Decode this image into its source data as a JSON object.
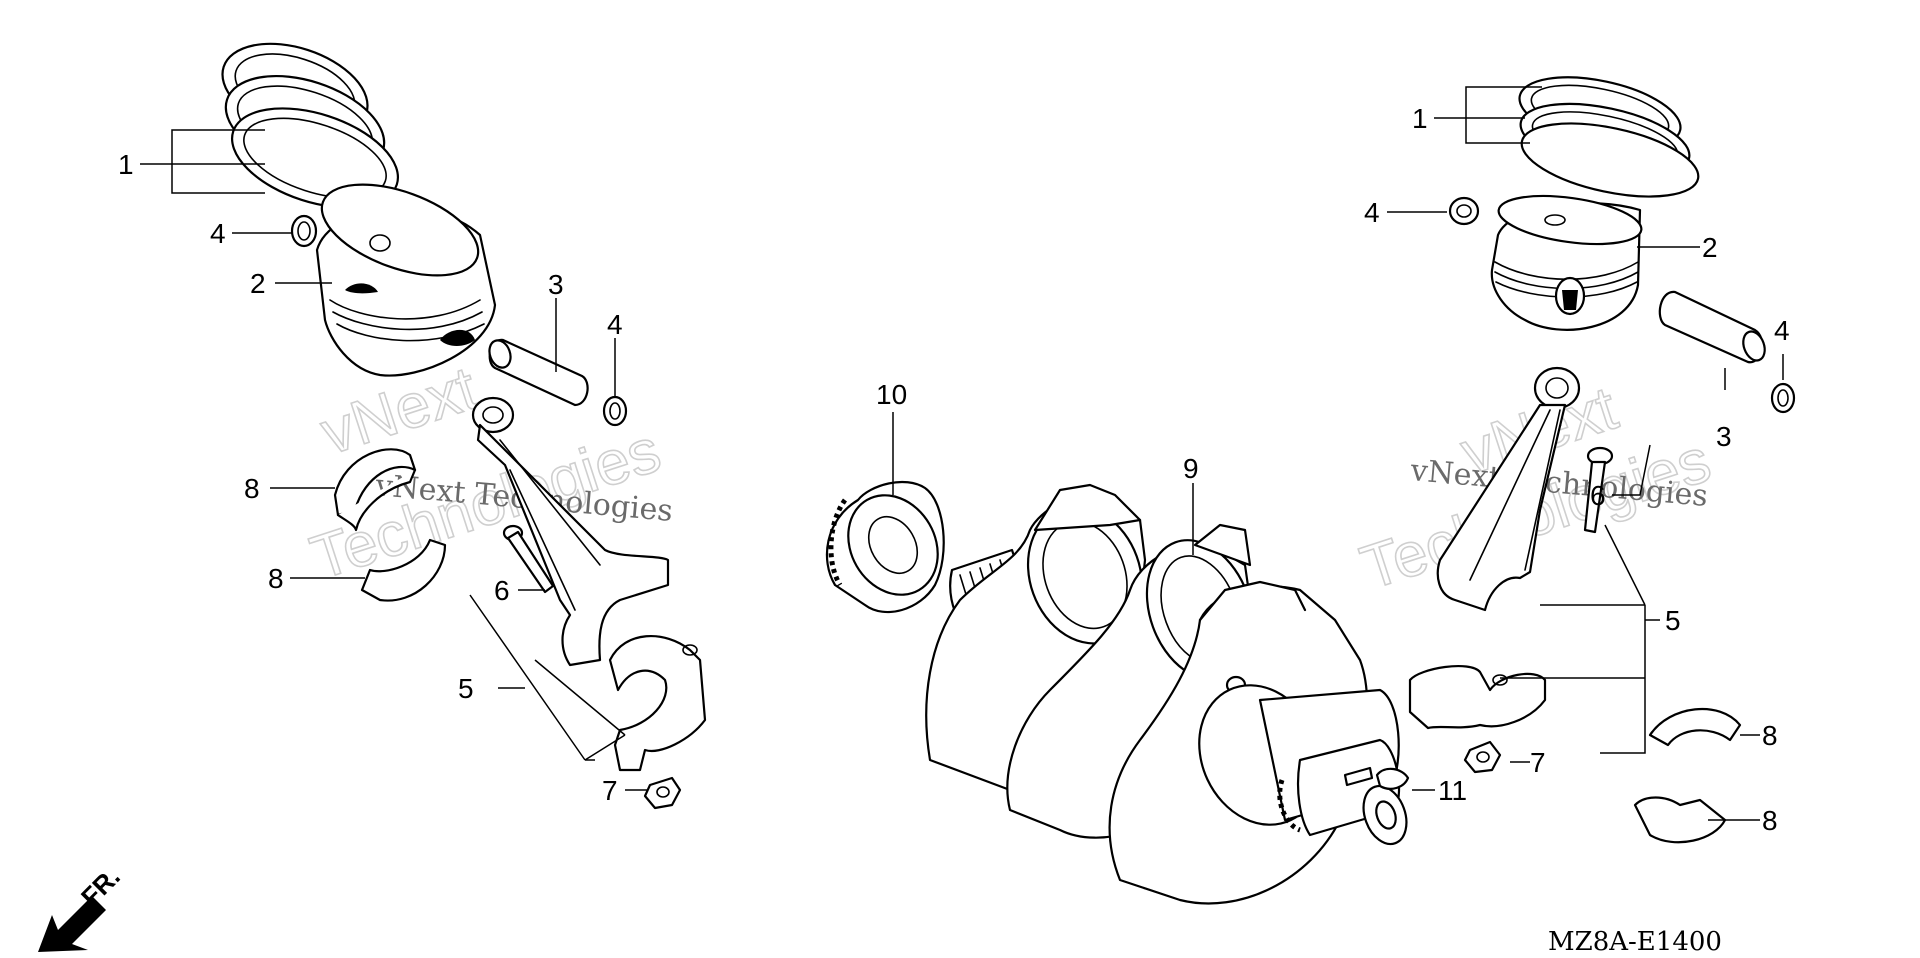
{
  "callouts": {
    "left_1": "1",
    "left_2": "2",
    "left_3": "3",
    "left_4a": "4",
    "left_4b": "4",
    "left_5": "5",
    "left_6": "6",
    "left_7": "7",
    "left_8a": "8",
    "left_8b": "8",
    "right_1": "1",
    "right_2": "2",
    "right_3": "3",
    "right_4a": "4",
    "right_4b": "4",
    "right_5": "5",
    "right_6": "6",
    "right_7": "7",
    "right_8a": "8",
    "right_8b": "8",
    "center_9": "9",
    "center_10": "10",
    "center_11": "11"
  },
  "watermark": {
    "text_small": "vNext Technologies",
    "text_big_1": "vNext",
    "text_big_2": "Technologies",
    "color": "#cfcfcf"
  },
  "direction_label": "FR.",
  "diagram_code": "MZ8A-E1400",
  "icons": {
    "direction": "front-direction-arrow-icon"
  }
}
